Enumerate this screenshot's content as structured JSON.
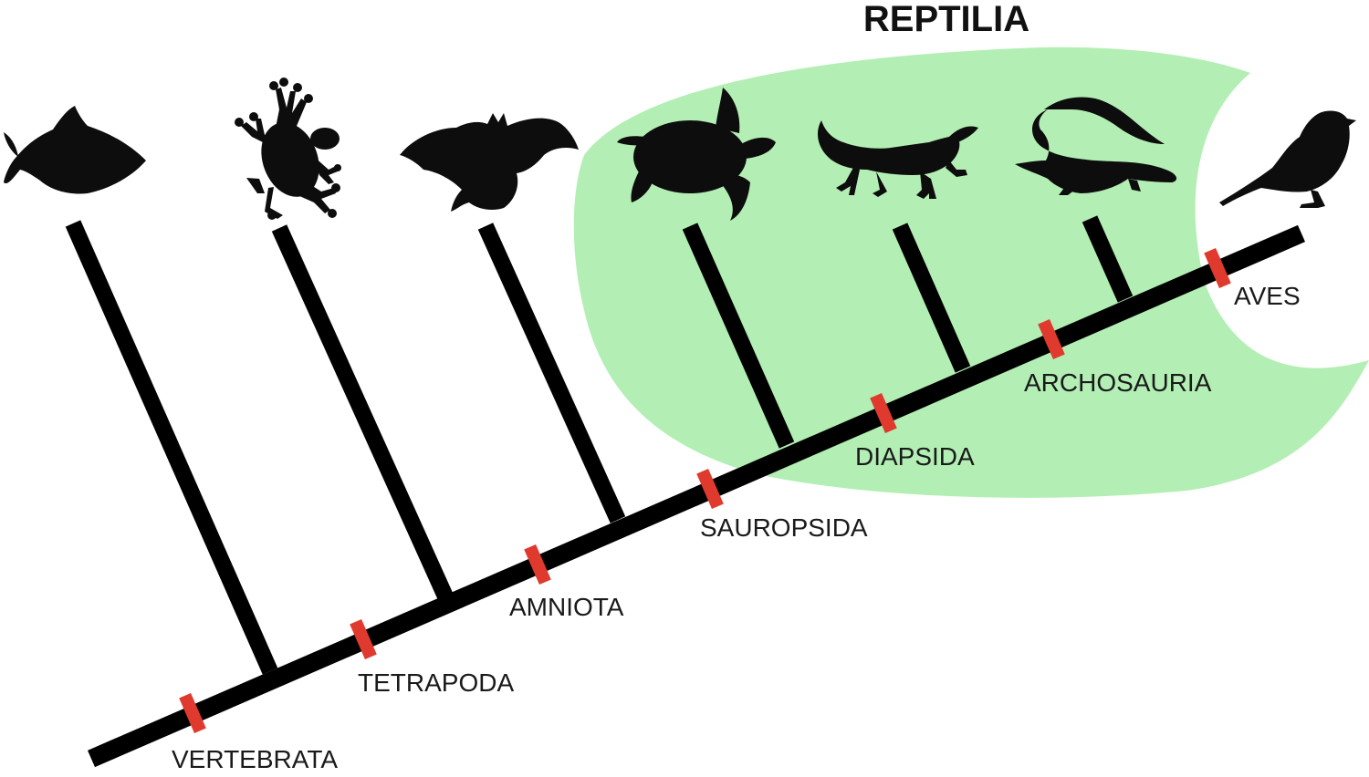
{
  "diagram": {
    "group_title": "REPTILIA",
    "clade_labels": {
      "vertebrata": "VERTEBRATA",
      "tetrapoda": "TETRAPODA",
      "amniota": "AMNIOTA",
      "sauropsida": "SAUROPSIDA",
      "diapsida": "DIAPSIDA",
      "archosauria": "ARCHOSAURIA",
      "aves": "AVES"
    },
    "taxa": [
      "fish-icon",
      "frog-icon",
      "bat-icon",
      "turtle-icon",
      "lizard-icon",
      "crocodile-icon",
      "bird-icon"
    ],
    "colors": {
      "branch": "#000000",
      "synapomorphy_tick": "#e03a2f",
      "reptilia_region": "#b3efb4",
      "silhouette": "#0d0d0d"
    }
  }
}
